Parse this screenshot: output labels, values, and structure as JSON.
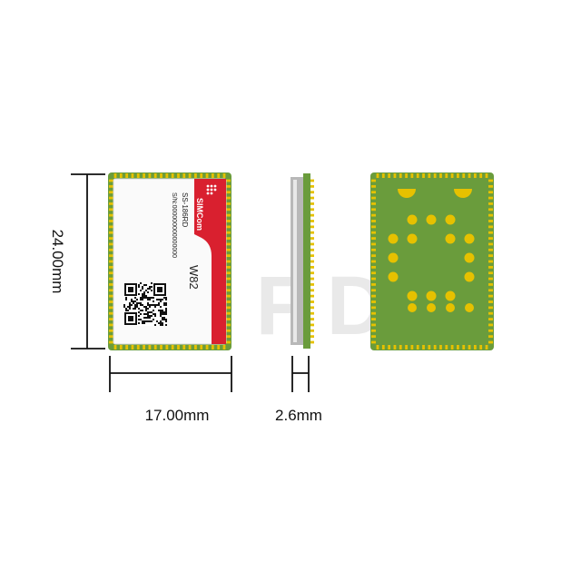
{
  "dimensions": {
    "height_label": "24.00mm",
    "width_label": "17.00mm",
    "thickness_label": "2.6mm"
  },
  "module_label": {
    "brand": "SIMCom",
    "model": "W82",
    "sn_line1": "SS-186RD",
    "sn_line2": "S/N:000000000000000"
  },
  "watermark": "OFD",
  "colors": {
    "pcb_green": "#6a9c3c",
    "pad_gold": "#e6c100",
    "brand_red": "#d9202f",
    "label_white": "#fafafa",
    "shield_gray": "#b8b8b8",
    "dimension_line": "#111111"
  }
}
